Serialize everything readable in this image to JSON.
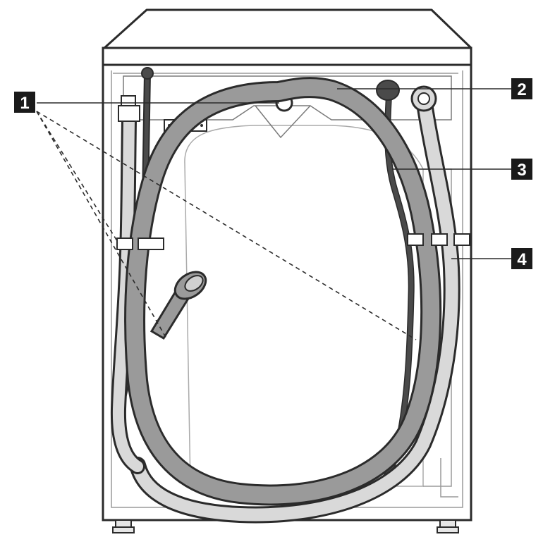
{
  "figure": {
    "callouts": [
      {
        "id": "1",
        "label": "1"
      },
      {
        "id": "2",
        "label": "2"
      },
      {
        "id": "3",
        "label": "3"
      },
      {
        "id": "4",
        "label": "4"
      }
    ]
  },
  "colors": {
    "outline": "#2b2b2b",
    "drain_hose_fill": "#9a9a9a",
    "power_cord": "#4a4a4a",
    "inlet_hose_fill": "#d9d9d9",
    "cabinet_fill": "#ffffff",
    "panel_fill": "#fafafa",
    "callout_box": "#1a1a1a"
  }
}
